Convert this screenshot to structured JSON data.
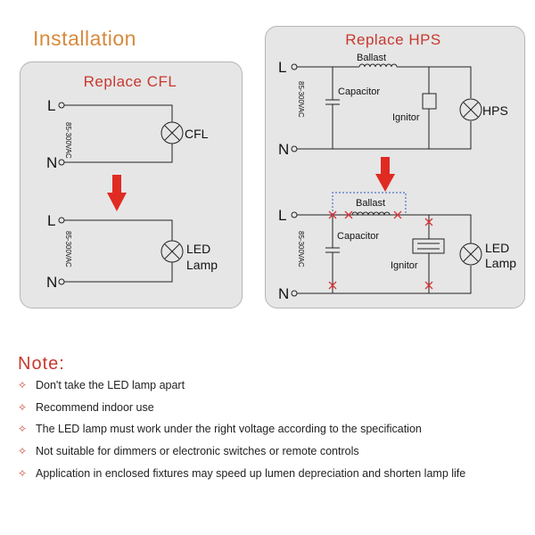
{
  "title": "Installation",
  "cfl_panel": {
    "title": "Replace CFL",
    "voltage": "85-300VAC",
    "line_label": "L",
    "neutral_label": "N",
    "before_lamp": "CFL",
    "after_lamp": [
      "LED",
      "Lamp"
    ]
  },
  "hps_panel": {
    "title": "Replace HPS",
    "voltage": "85-300VAC",
    "line_label": "L",
    "neutral_label": "N",
    "ballast": "Ballast",
    "capacitor": "Capacitor",
    "ignitor": "Ignitor",
    "before_lamp": "HPS",
    "after_lamp": [
      "LED",
      "Lamp"
    ]
  },
  "note": {
    "title": "Note:",
    "items": [
      "Don't take the LED lamp apart",
      "Recommend indoor use",
      "The LED lamp must work under the right voltage according to the specification",
      "Not suitable for dimmers or electronic switches or remote controls",
      "Application in enclosed fixtures may speed up lumen depreciation and shorten lamp life"
    ]
  },
  "colors": {
    "title": "#d78a3c",
    "heading": "#c8382e",
    "arrow": "#e02b22",
    "cut_mark": "#e0353a",
    "bypass": "#4a73c9",
    "wire": "#222222"
  }
}
